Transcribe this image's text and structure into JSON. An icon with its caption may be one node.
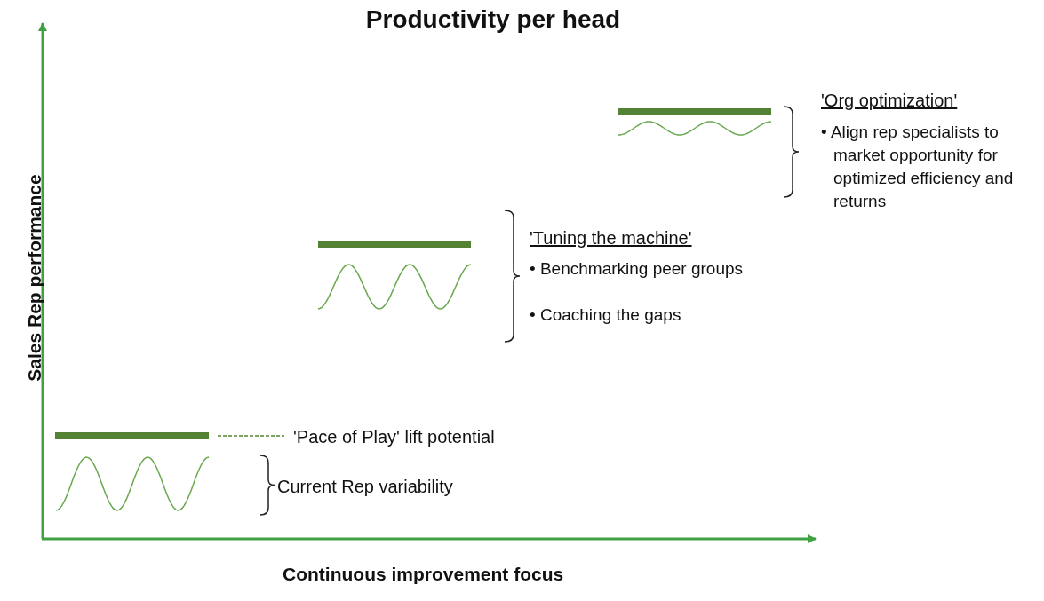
{
  "diagram": {
    "title": "Productivity per head",
    "nodes": [
      {
        "text": [
          "'Pace of Play' lift potential"
        ]
      },
      {
        "text": [],
        "shape": "bar"
      }
    ],
    "edges": [
      {
        "from": 1,
        "to": 0,
        "arrow": "none",
        "style": "dashed"
      }
    ],
    "labels": [
      "'Org optimization'",
      "• Align rep specialists to market opportunity for optimized efficiency and returns",
      "'Tuning the machine'",
      "• Benchmarking peer groups",
      "• Coaching the gaps",
      "Sales Rep performance",
      "Current Rep variability",
      "Continuous improvement focus"
    ]
  }
}
